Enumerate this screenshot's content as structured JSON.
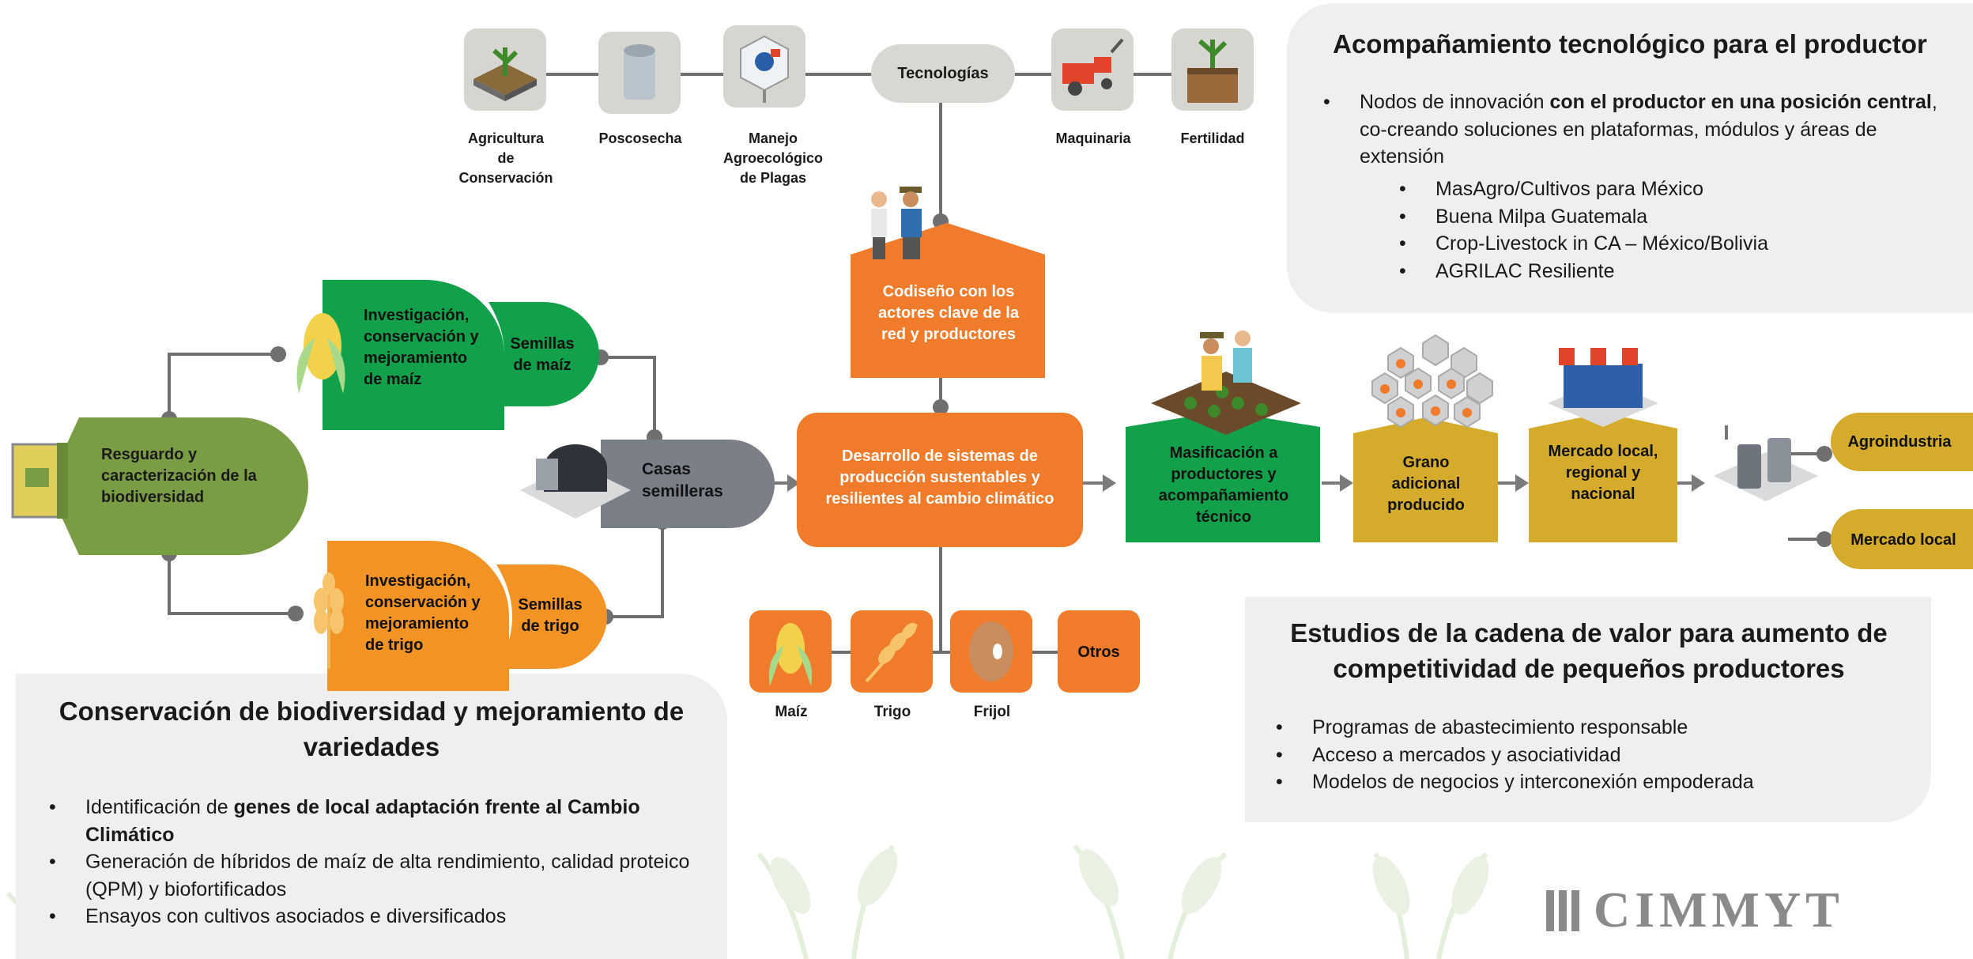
{
  "colors": {
    "green_dark": "#12a14a",
    "olive": "#7a9c45",
    "orange": "#f07b2a",
    "orange2": "#f29323",
    "mustard": "#d4ab2a",
    "gray": "#7b8088",
    "panel": "#efefef"
  },
  "tech_row": {
    "hub": "Tecnologías",
    "items": [
      {
        "label": "Agricultura de Conservación",
        "icon": "soil-plant-icon"
      },
      {
        "label": "Poscosecha",
        "icon": "silo-icon"
      },
      {
        "label": "Manejo Agroecológico de Plagas",
        "icon": "trap-icon"
      },
      {
        "label": "Maquinaria",
        "icon": "tractor-icon"
      },
      {
        "label": "Fertilidad",
        "icon": "soil-profile-icon"
      }
    ]
  },
  "codesign": {
    "label": "Codiseño con los actores clave de la red y productores"
  },
  "biodiversity": {
    "label": "Resguardo y caracterización de la biodiversidad"
  },
  "maize_research": {
    "label": "Investigación, conservación y mejoramiento de maíz"
  },
  "maize_seeds": {
    "label": "Semillas de maíz"
  },
  "wheat_research": {
    "label": "Investigación, conservación y mejoramiento de trigo"
  },
  "wheat_seeds": {
    "label": "Semillas de trigo"
  },
  "seed_houses": {
    "label": "Casas semilleras"
  },
  "center": {
    "label": "Desarrollo de sistemas de producción sustentables y resilientes al cambio climático"
  },
  "crops": [
    {
      "label": "Maíz",
      "icon": "corn-icon"
    },
    {
      "label": "Trigo",
      "icon": "wheat-icon"
    },
    {
      "label": "Frijol",
      "icon": "bean-icon"
    },
    {
      "label": "Otros"
    }
  ],
  "chain": [
    {
      "label": "Masificación a productores y acompañamiento técnico"
    },
    {
      "label": "Grano adicional producido"
    },
    {
      "label": "Mercado local, regional y nacional"
    }
  ],
  "outputs": [
    {
      "label": "Agroindustria"
    },
    {
      "label": "Mercado local"
    }
  ],
  "panel_tech": {
    "title": "Acompañamiento tecnológico para el productor",
    "bullet_pre": "Nodos de innovación ",
    "bullet_bold": "con el productor en una posición central",
    "bullet_post": ",  co-creando soluciones en plataformas, módulos y áreas de extensión",
    "sub": [
      "MasAgro/Cultivos para México",
      "Buena Milpa Guatemala",
      "Crop-Livestock in CA – México/Bolivia",
      "AGRILAC Resiliente"
    ]
  },
  "panel_value": {
    "title": "Estudios de la cadena de valor para aumento de competitividad de pequeños productores",
    "items": [
      "Programas de abastecimiento responsable",
      "Acceso a mercados y asociatividad",
      "Modelos de negocios y interconexión empoderada"
    ]
  },
  "panel_cons": {
    "title": "Conservación de biodiversidad y mejoramiento de variedades",
    "b1_pre": "Identificación de ",
    "b1_bold": "genes de local adaptación frente al Cambio Climático",
    "b2": "Generación de híbridos de maíz de alta rendimiento, calidad proteico (QPM) y biofortificados",
    "b3": "Ensayos con cultivos asociados e diversificados"
  },
  "logo": {
    "text": "CIMMYT"
  }
}
